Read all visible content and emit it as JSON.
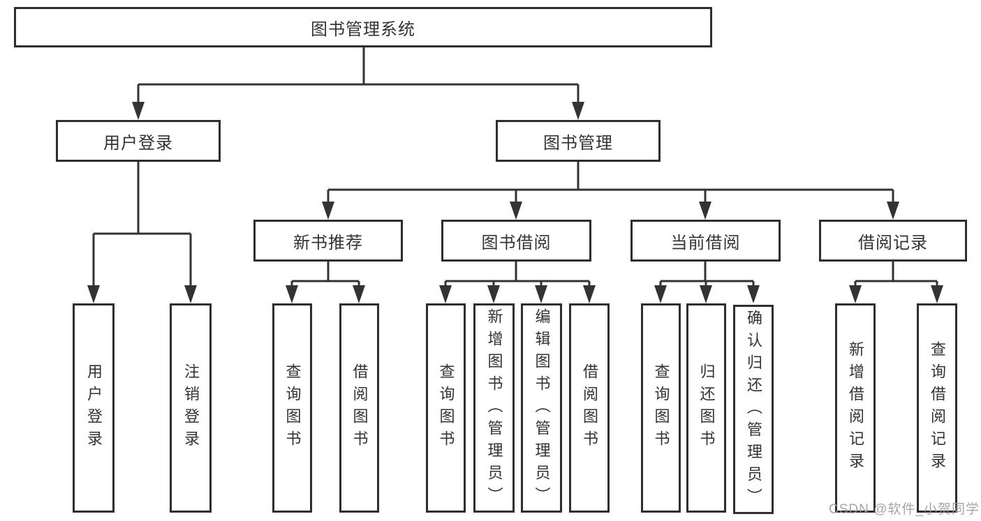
{
  "tree": {
    "label": "图书管理系统",
    "children": [
      {
        "label": "用户登录",
        "children": [
          {
            "label": "用户登录"
          },
          {
            "label": "注销登录"
          }
        ]
      },
      {
        "label": "图书管理",
        "children": [
          {
            "label": "新书推荐",
            "children": [
              {
                "label": "查询图书"
              },
              {
                "label": "借阅图书"
              }
            ]
          },
          {
            "label": "图书借阅",
            "children": [
              {
                "label": "查询图书"
              },
              {
                "label": "新增图书（管理员）"
              },
              {
                "label": "编辑图书（管理员）"
              },
              {
                "label": "借阅图书"
              }
            ]
          },
          {
            "label": "当前借阅",
            "children": [
              {
                "label": "查询图书"
              },
              {
                "label": "归还图书"
              },
              {
                "label": "确认归还（管理员）"
              }
            ]
          },
          {
            "label": "借阅记录",
            "children": [
              {
                "label": "新增借阅记录"
              },
              {
                "label": "查询借阅记录"
              }
            ]
          }
        ]
      }
    ]
  },
  "watermark": {
    "text": "CSDN @软件_小贺同学"
  },
  "colors": {
    "line": "#333333",
    "box_border": "#2e2e2e",
    "text": "#333333",
    "background": "#ffffff",
    "watermark": "#9c9c9c"
  }
}
